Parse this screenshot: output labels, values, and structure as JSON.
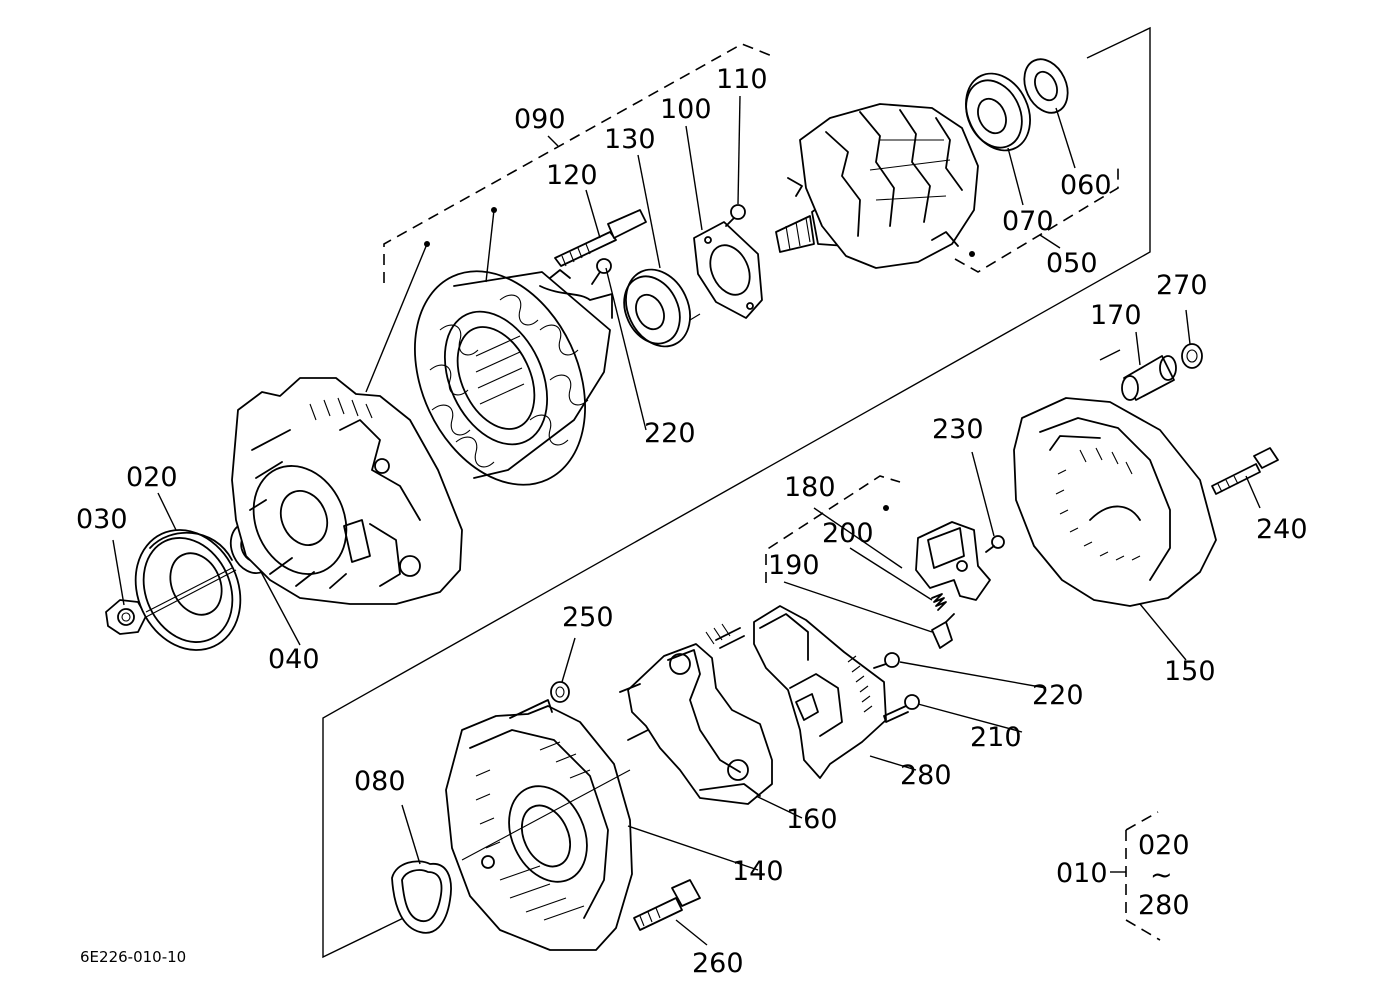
{
  "diagram_code": "6E226-010-10",
  "callouts": {
    "c010": "010",
    "c020": "020",
    "c030": "030",
    "c040": "040",
    "c050": "050",
    "c060": "060",
    "c070": "070",
    "c080": "080",
    "c090": "090",
    "c100": "100",
    "c110": "110",
    "c120": "120",
    "c130": "130",
    "c140": "140",
    "c150": "150",
    "c160": "160",
    "c170": "170",
    "c180": "180",
    "c190": "190",
    "c200": "200",
    "c210": "210",
    "c220a": "220",
    "c220b": "220",
    "c230": "230",
    "c240": "240",
    "c250": "250",
    "c260": "260",
    "c270": "270",
    "c280": "280"
  },
  "assembly_range": {
    "from": "020",
    "tilde": "~",
    "to": "280"
  }
}
